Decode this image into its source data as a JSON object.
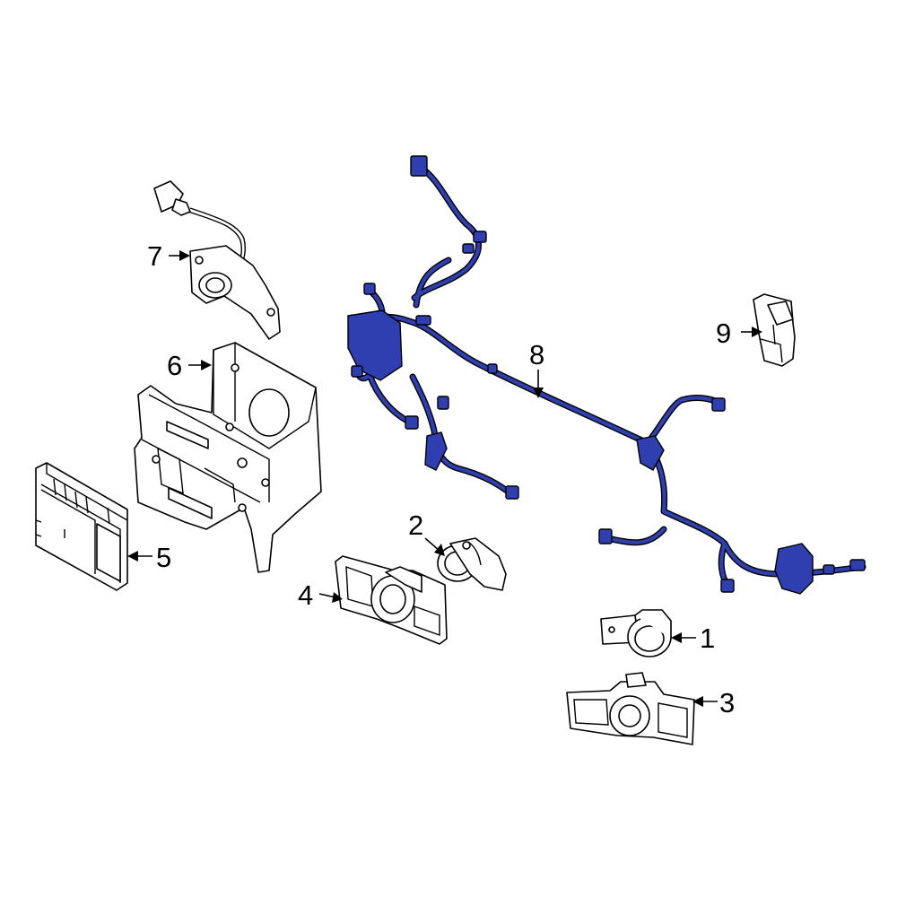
{
  "colors": {
    "highlight": "#2f3fb0",
    "outline": "#000000",
    "background": "#ffffff"
  },
  "callouts": {
    "c1": "1",
    "c2": "2",
    "c3": "3",
    "c4": "4",
    "c5": "5",
    "c6": "6",
    "c7": "7",
    "c8": "8",
    "c9": "9"
  }
}
